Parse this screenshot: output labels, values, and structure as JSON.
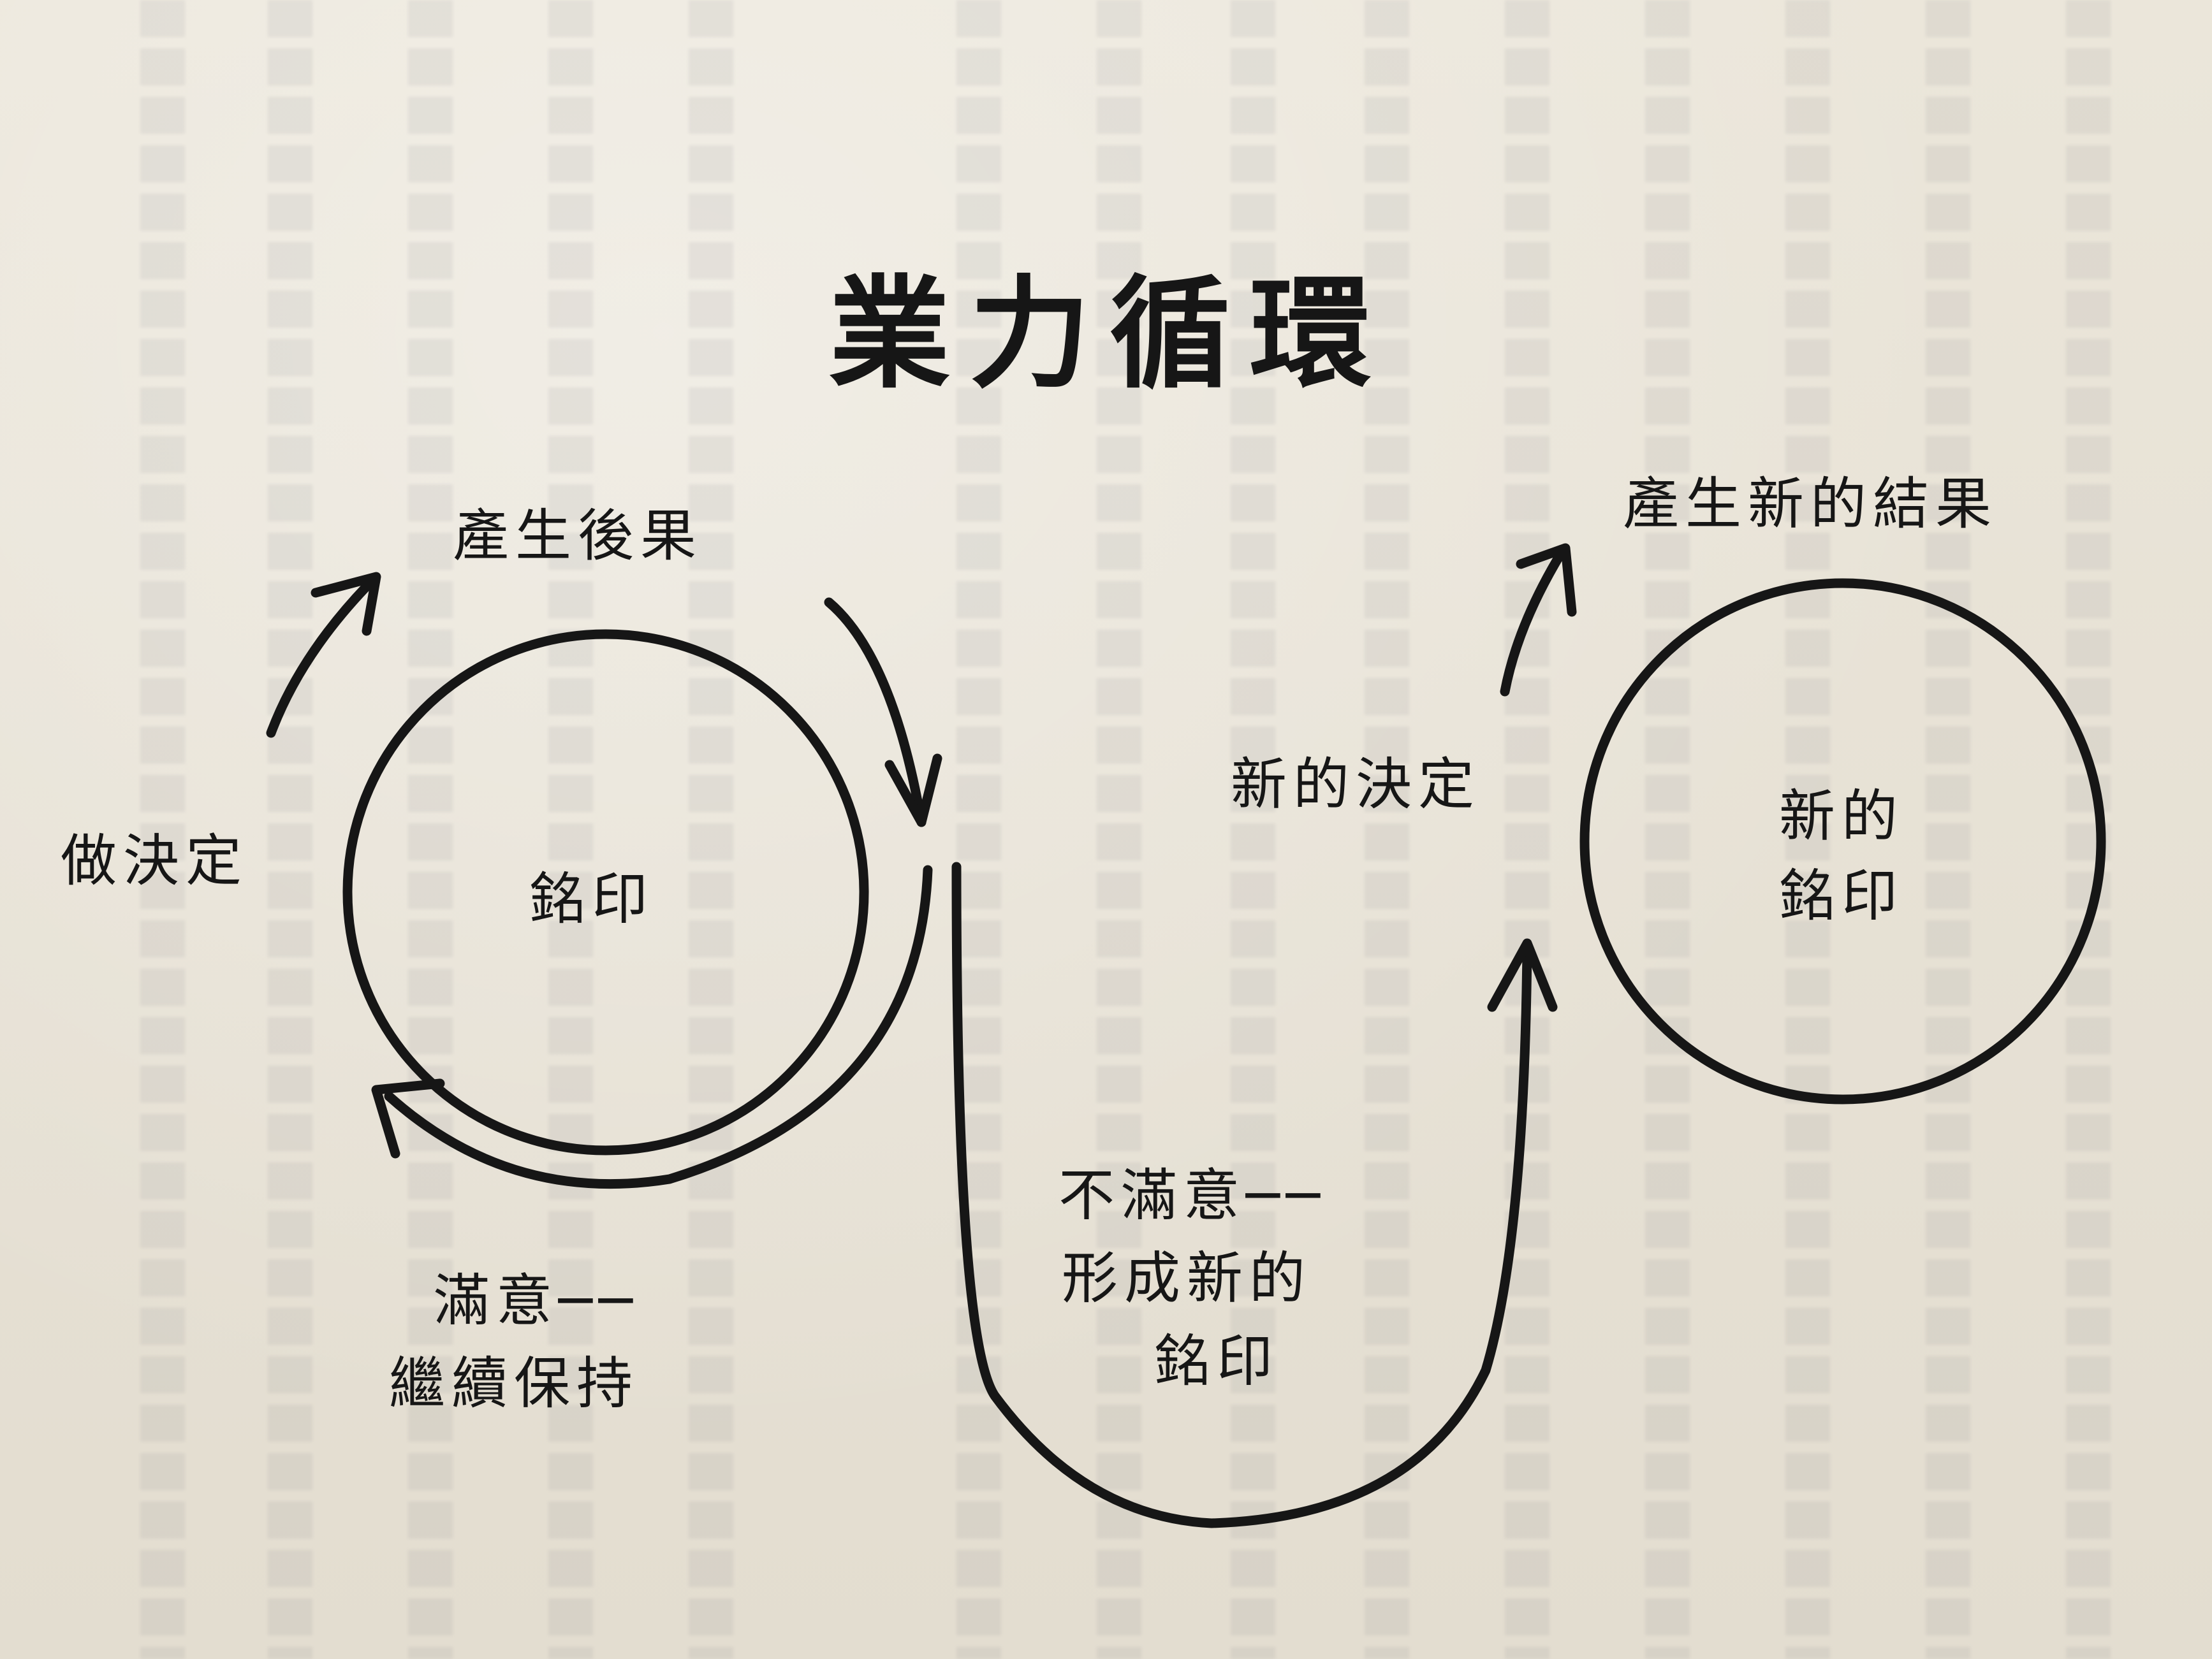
{
  "title": "業力循環",
  "labels": {
    "make_decision": "做決定",
    "produce_consequence": "產生後果",
    "imprint": "銘印",
    "satisfied_line1": "滿意──",
    "satisfied_line2": "繼續保持",
    "new_decision": "新的決定",
    "unsatisfied_line1": "不滿意──",
    "unsatisfied_line2": "形成新的",
    "unsatisfied_line3": "銘印",
    "new_result": "產生新的結果",
    "new_imprint_line1": "新的",
    "new_imprint_line2": "銘印"
  },
  "colors": {
    "ink": "#161616",
    "paper": "#e6e0d4"
  }
}
